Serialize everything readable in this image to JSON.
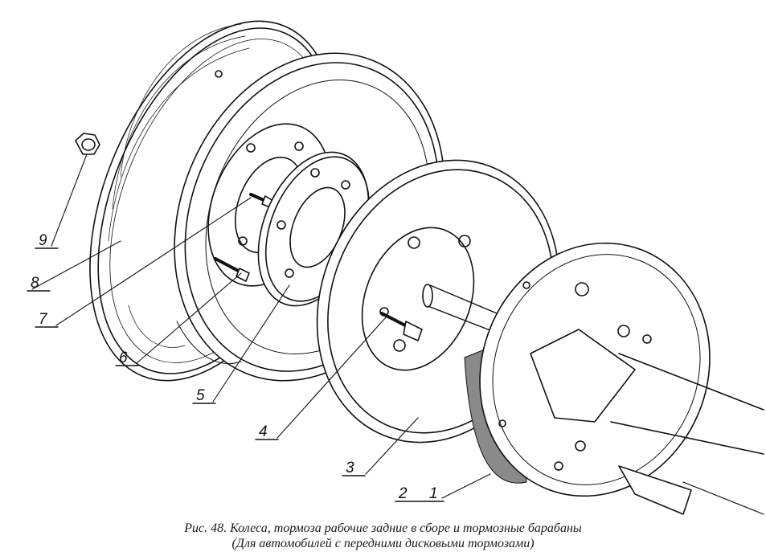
{
  "caption": {
    "line1": "Рис. 48. Колеса, тормоза рабочие задние в сборе и тормозные барабаны",
    "line2": "(Для автомобилей с передними дисковыми тормозами)"
  },
  "callouts": [
    "9",
    "8",
    "7",
    "6",
    "5",
    "4",
    "3",
    "2",
    "1"
  ],
  "colors": {
    "ink": "#111111",
    "paper": "#ffffff",
    "shade": "#8a8a8a"
  }
}
